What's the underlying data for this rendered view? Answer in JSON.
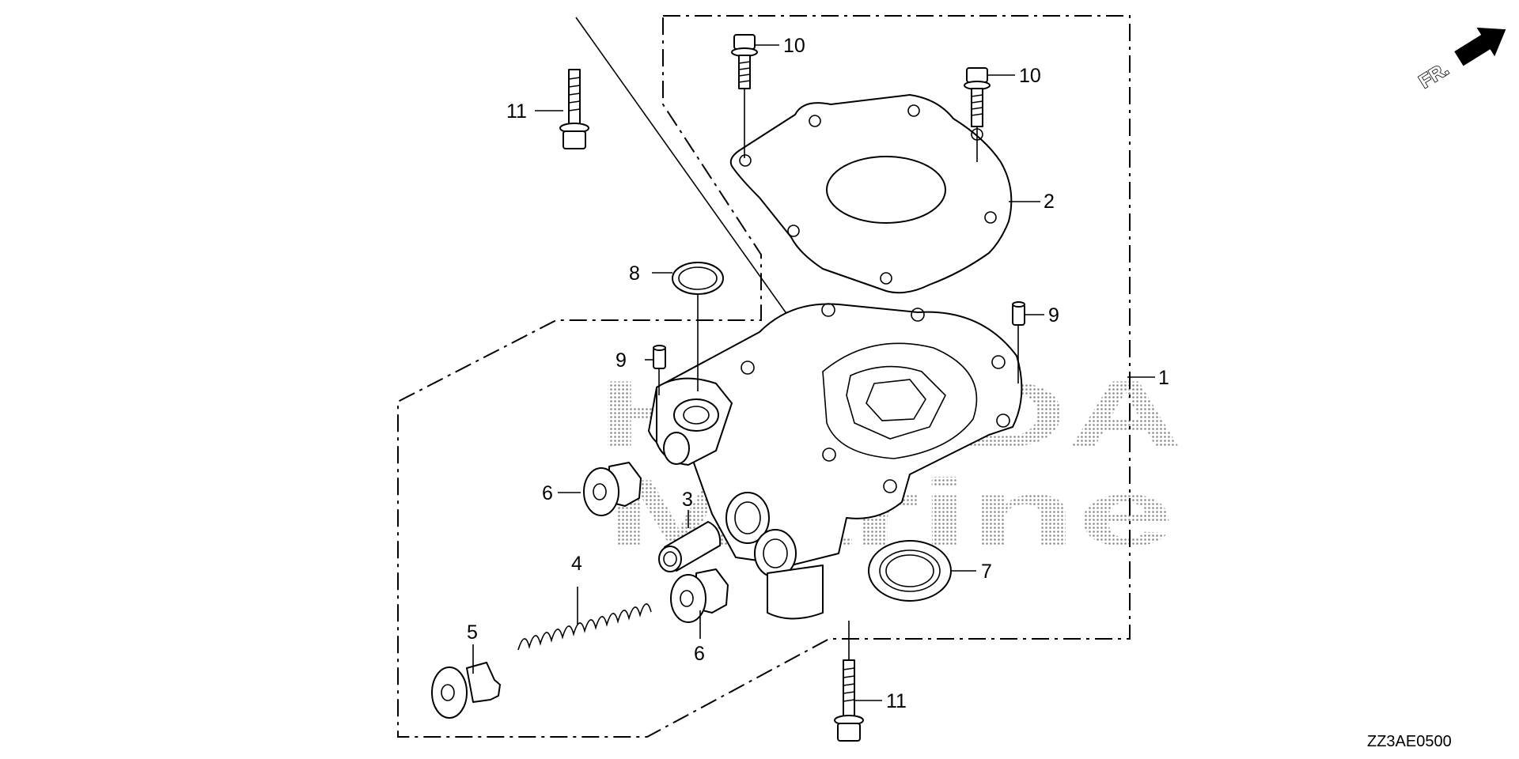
{
  "diagram": {
    "callouts": [
      {
        "id": "c1",
        "text": "1"
      },
      {
        "id": "c2",
        "text": "2"
      },
      {
        "id": "c3",
        "text": "3"
      },
      {
        "id": "c4",
        "text": "4"
      },
      {
        "id": "c5",
        "text": "5"
      },
      {
        "id": "c6a",
        "text": "6"
      },
      {
        "id": "c6b",
        "text": "6"
      },
      {
        "id": "c7",
        "text": "7"
      },
      {
        "id": "c8",
        "text": "8"
      },
      {
        "id": "c9a",
        "text": "9"
      },
      {
        "id": "c9b",
        "text": "9"
      },
      {
        "id": "c10a",
        "text": "10"
      },
      {
        "id": "c10b",
        "text": "10"
      },
      {
        "id": "c11a",
        "text": "11"
      },
      {
        "id": "c11b",
        "text": "11"
      }
    ],
    "direction_label": "FR.",
    "diagram_code": "ZZ3AE0500",
    "watermark_lines": [
      "HONDA",
      "Marine"
    ],
    "line_color": "#000000",
    "background": "#ffffff"
  }
}
